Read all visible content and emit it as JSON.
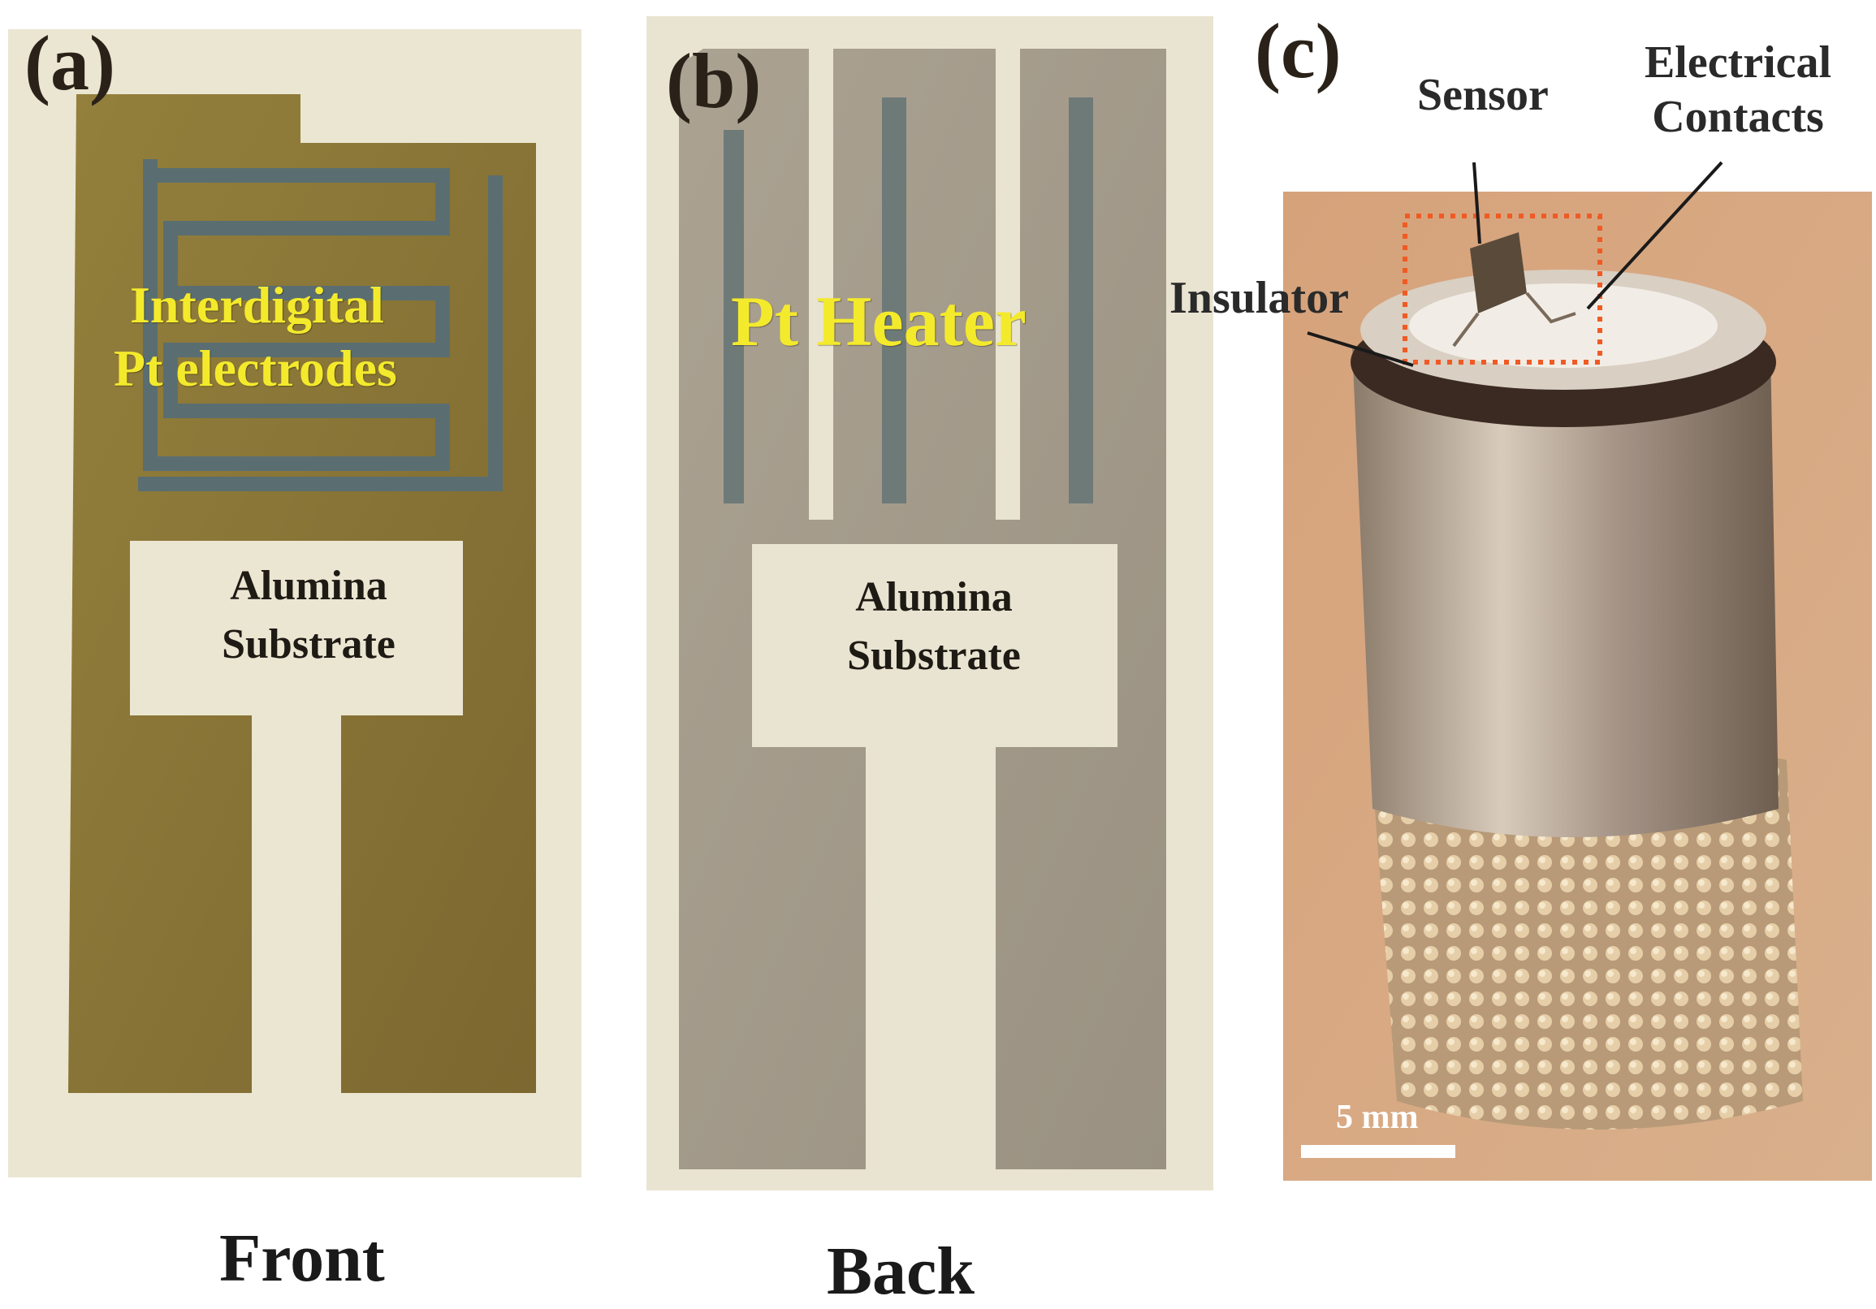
{
  "panels": {
    "a": {
      "letter": "(a)",
      "electrode_label_line1": "Interdigital",
      "electrode_label_line2": "Pt electrodes",
      "substrate_line1": "Alumina",
      "substrate_line2": "Substrate",
      "caption": "Front"
    },
    "b": {
      "letter": "(b)",
      "heater_label": "Pt Heater",
      "substrate_line1": "Alumina",
      "substrate_line2": "Substrate",
      "caption": "Back"
    },
    "c": {
      "letter": "(c)",
      "sensor_label": "Sensor",
      "contacts_line1": "Electrical",
      "contacts_line2": "Contacts",
      "insulator_label": "Insulator",
      "scale_bar_label": "5 mm"
    }
  },
  "colors": {
    "electrode_gold": "#8f7a3a",
    "heater_grey": "#a39a8a",
    "alumina": "#ece7d6",
    "label_yellow": "#f4ea2c",
    "highlight_box": "#f05a24",
    "housing_background": "#d9a57a"
  }
}
